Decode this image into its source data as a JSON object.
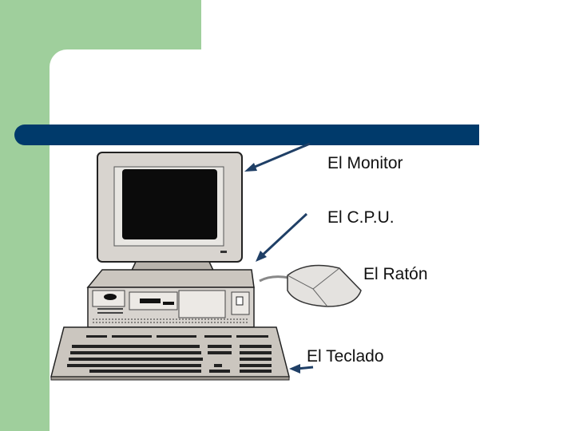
{
  "labels": {
    "monitor": "El Monitor",
    "cpu": "El C.P.U.",
    "mouse": "El Ratón",
    "keyboard": "El Teclado"
  },
  "colors": {
    "background_green": "#9fcf9c",
    "title_bar": "#003a6b",
    "arrow": "#1f3f66",
    "casing": "#d9d6d1",
    "screen": "#0b0b0b"
  },
  "icons": [
    "monitor-icon",
    "cpu-icon",
    "mouse-icon",
    "keyboard-icon",
    "arrow-icon"
  ]
}
